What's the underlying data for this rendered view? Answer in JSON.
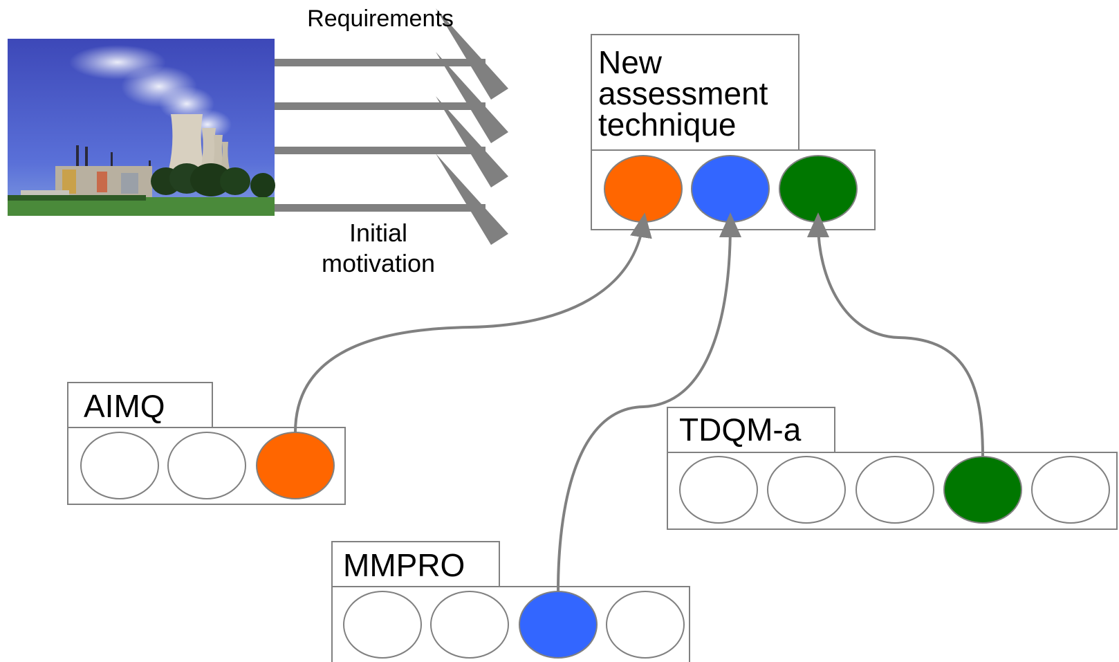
{
  "labels": {
    "requirements": "Requirements",
    "initial_motivation_line1": "Initial",
    "initial_motivation_line2": "motivation"
  },
  "photo": {
    "description_icon": "power-plant-photo"
  },
  "new_technique": {
    "title_lines": [
      "New",
      "assessment",
      "technique"
    ],
    "slots": [
      "orange",
      "blue",
      "green"
    ]
  },
  "techniques": [
    {
      "name": "AIMQ",
      "slots": [
        "empty",
        "empty",
        "orange"
      ]
    },
    {
      "name": "MMPRO",
      "slots": [
        "empty",
        "empty",
        "blue",
        "empty"
      ]
    },
    {
      "name": "TDQM-a",
      "slots": [
        "empty",
        "empty",
        "empty",
        "green",
        "empty"
      ]
    }
  ],
  "colors": {
    "orange": "#ff6600",
    "blue": "#3366ff",
    "green": "#007700",
    "empty": "#ffffff",
    "stroke": "#808080",
    "arrow": "#808080"
  }
}
